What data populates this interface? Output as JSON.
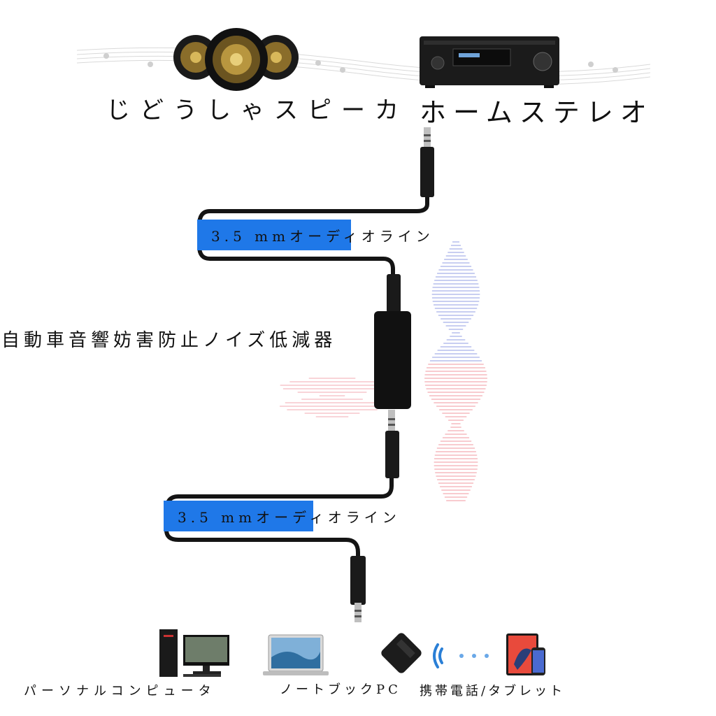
{
  "top": {
    "speaker_label": "じどうしゃスピーカ",
    "stereo_label": "ホームステレオ"
  },
  "cable_tags": [
    {
      "text": "3.5 mmオーディオライン"
    },
    {
      "text": "3.5 mmオーディオライン"
    }
  ],
  "device_label": "自動車音響妨害防止ノイズ低減器",
  "bottom": {
    "pc_label": "パーソナルコンピュータ",
    "laptop_label": "ノートブックPC",
    "phone_label": "携帯電話/タブレット"
  },
  "icons": [
    "car-speakers-icon",
    "av-receiver-icon",
    "desktop-pc-icon",
    "laptop-icon",
    "bluetooth-receiver-icon",
    "wireless-signal-icon",
    "tablet-icon",
    "smartphone-icon",
    "audio-jack-icon"
  ],
  "colors": {
    "tag_blue": "#1f78e8",
    "wave_blue": "#9aa6e6",
    "wave_red": "#f2a0a8"
  }
}
